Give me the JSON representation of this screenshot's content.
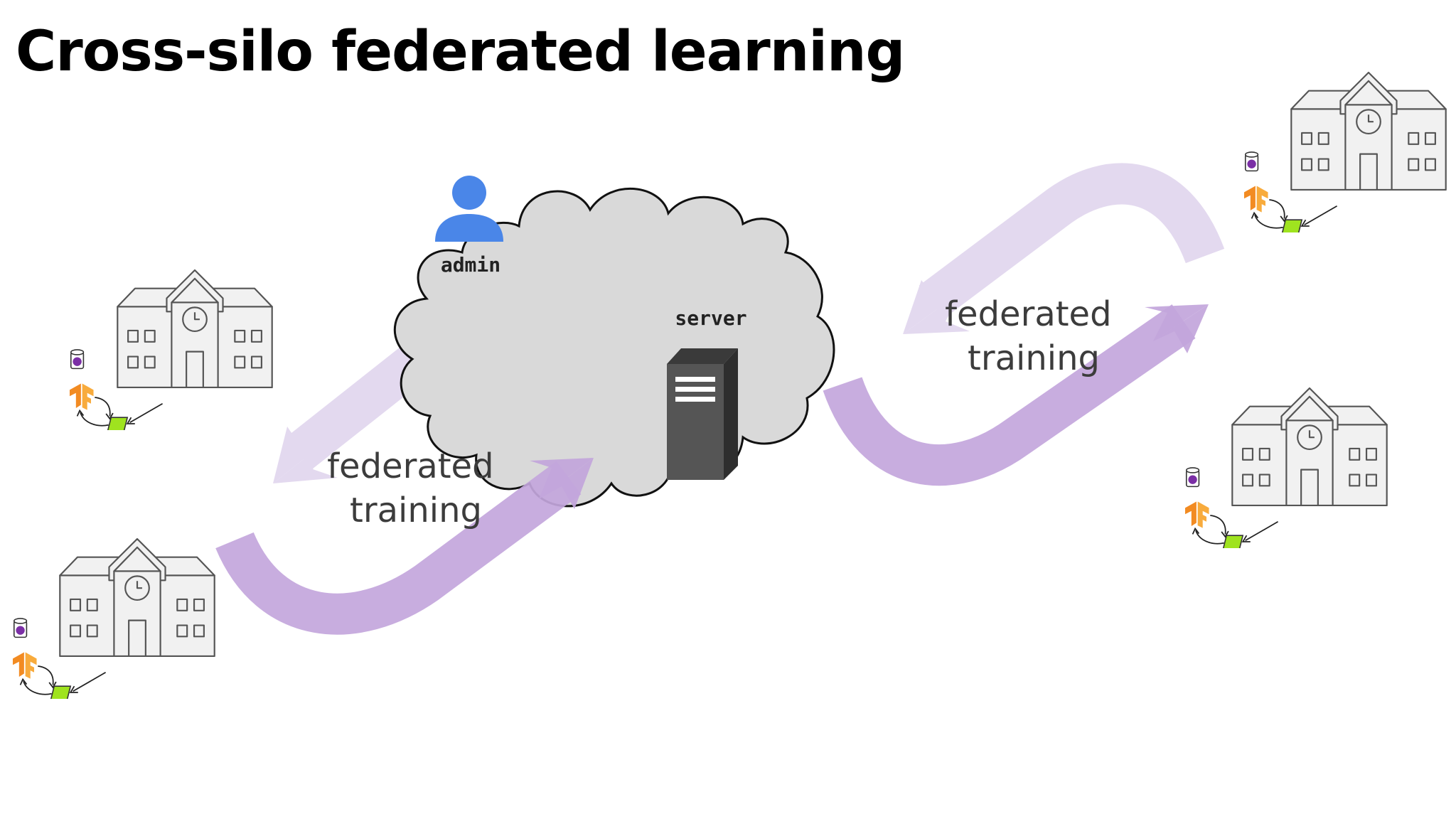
{
  "title": "Cross-silo federated learning",
  "labels": {
    "admin": "admin",
    "server": "server",
    "flow_left": [
      "federated",
      "training"
    ],
    "flow_right": [
      "federated",
      "training"
    ]
  },
  "colors": {
    "admin_icon": "#4a86e8",
    "cloud_fill": "#d9d9d9",
    "server_front": "#555555",
    "flow_light": "#e3d9ef",
    "flow_dark": "#c3a6dc",
    "building_fill": "#f1f1f1",
    "building_stroke": "#555555",
    "tf_logo": "#f28b22",
    "database_dot": "#7b2fa6",
    "model_tile": "#9fe31f"
  },
  "icons": {
    "admin": "person-icon",
    "server": "server-tower-icon",
    "building": "school-building-icon",
    "database": "database-icon",
    "framework": "tensorflow-logo-icon",
    "model": "model-tile-icon"
  },
  "silos": [
    {
      "id": "top-left"
    },
    {
      "id": "bottom-left"
    },
    {
      "id": "top-right"
    },
    {
      "id": "bottom-right"
    }
  ]
}
